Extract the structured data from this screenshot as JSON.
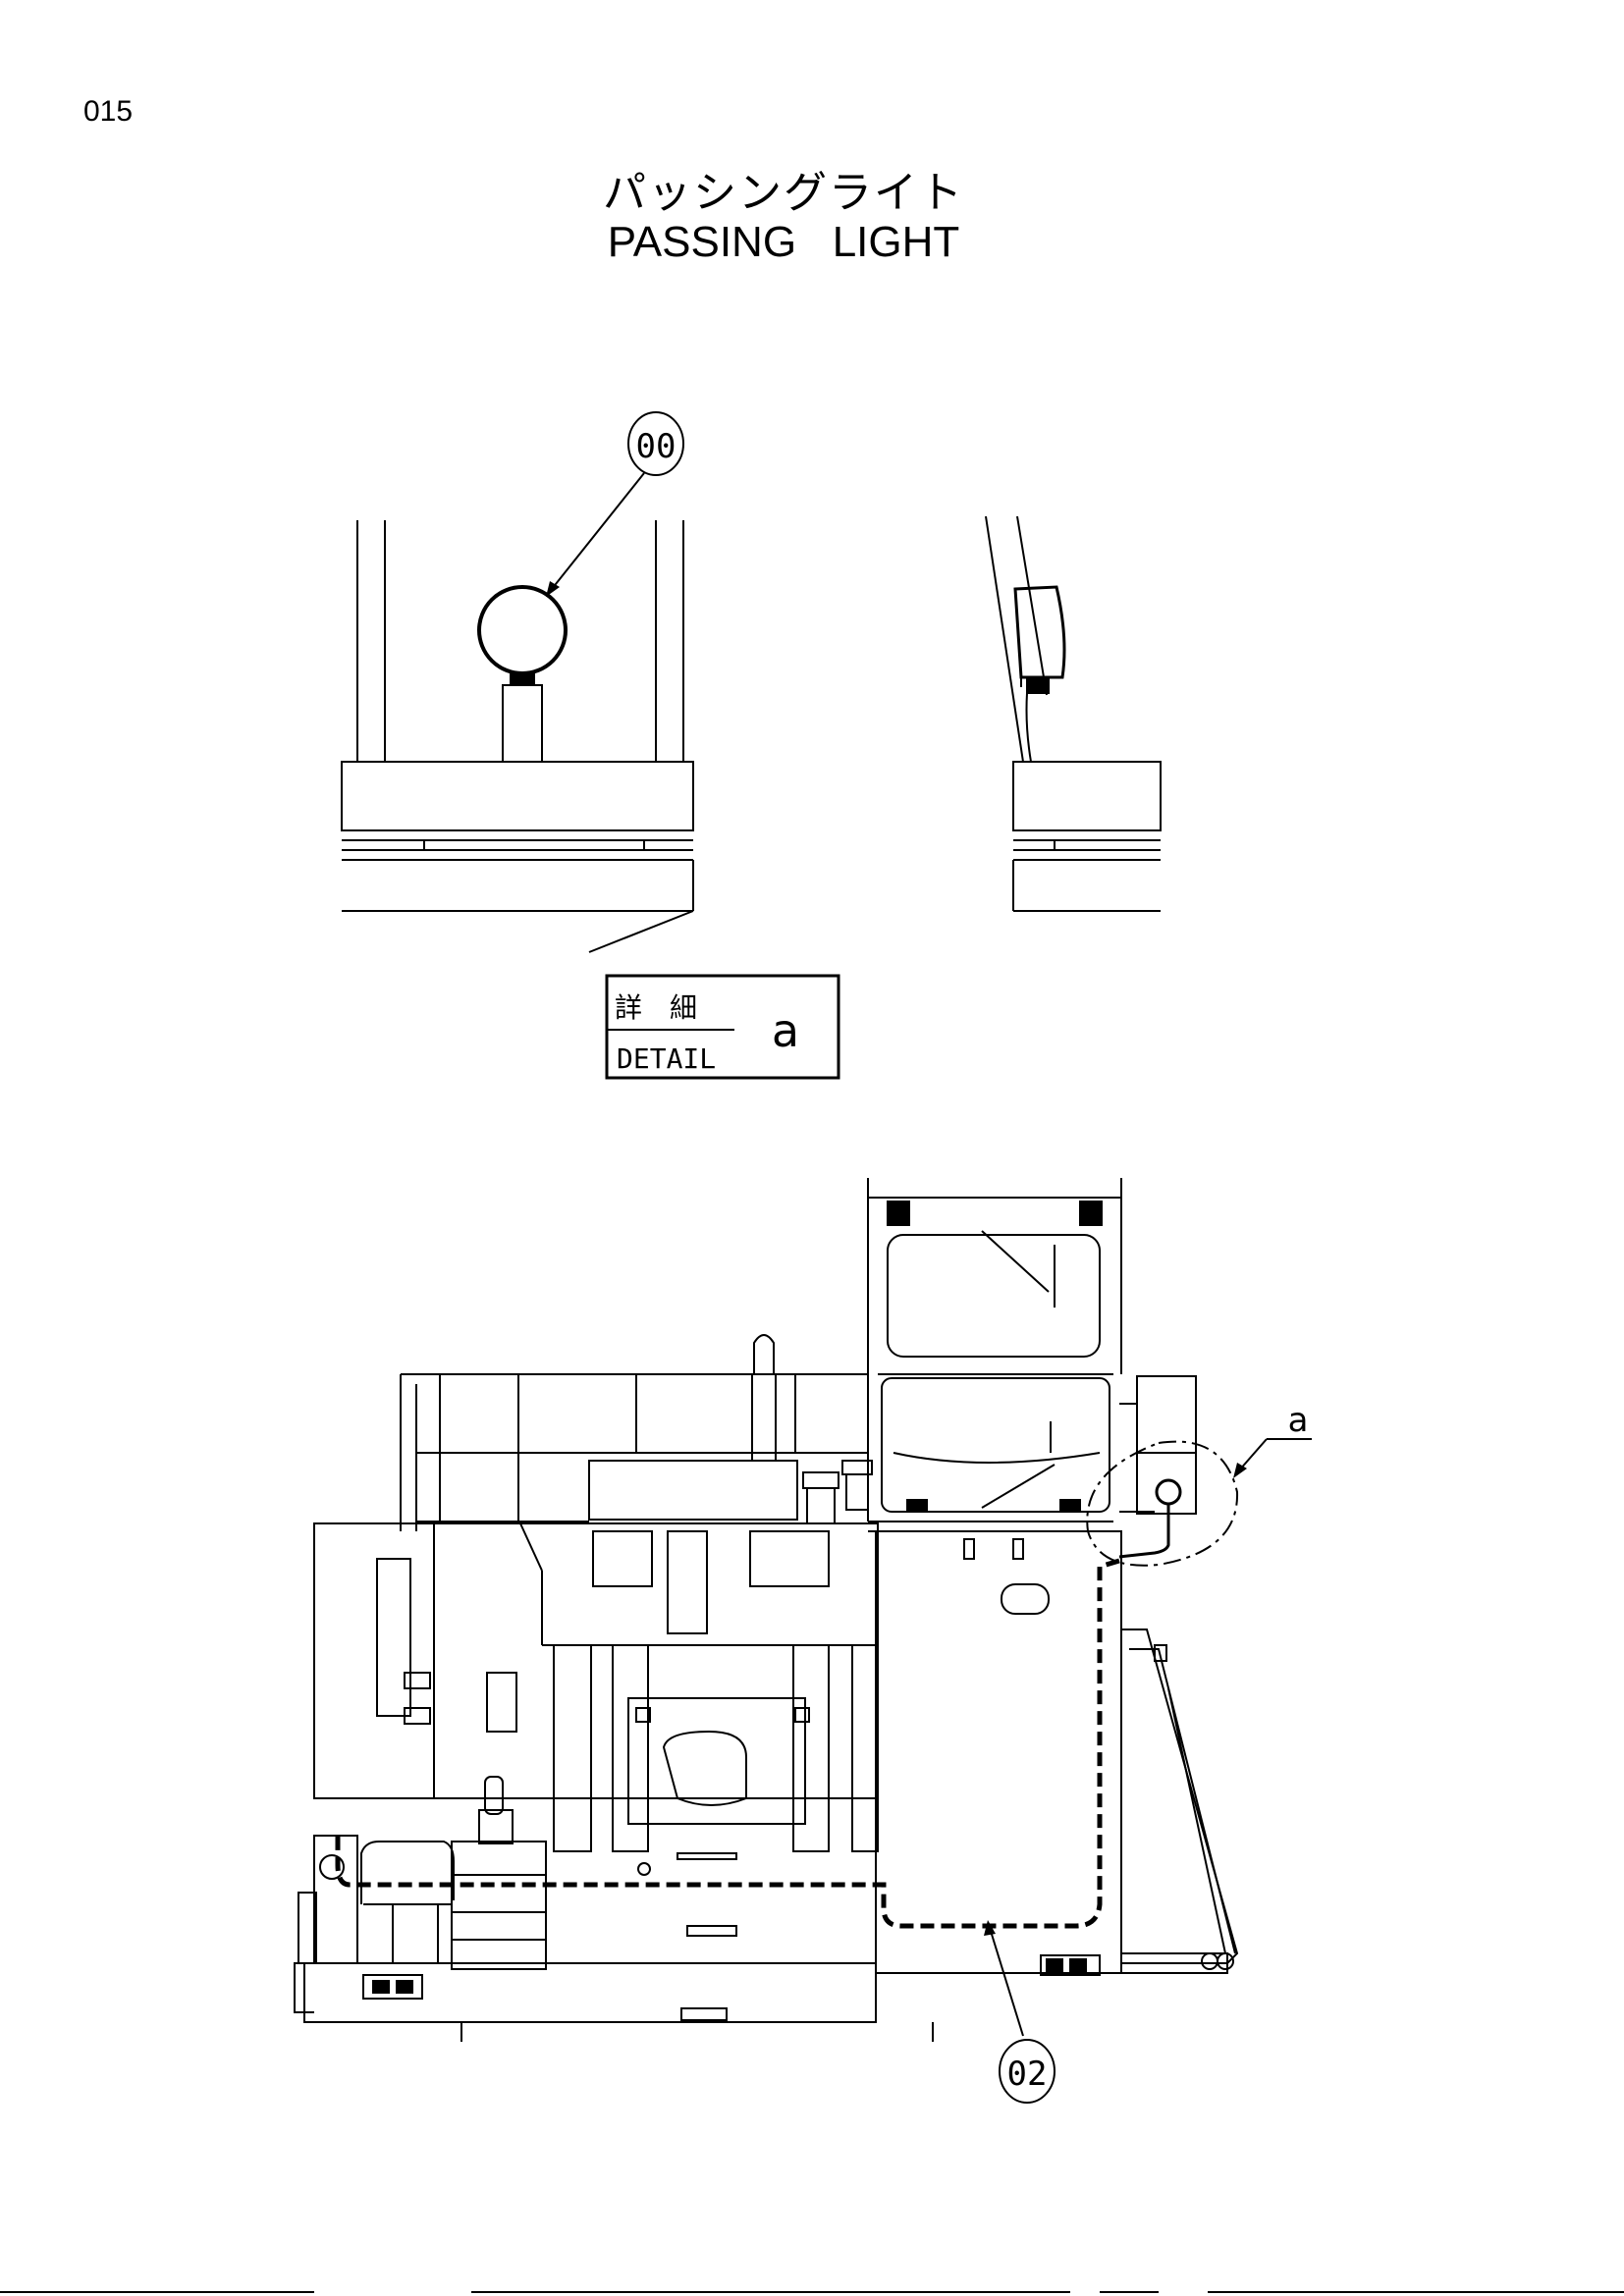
{
  "page": {
    "number": "015",
    "title_jp": "パッシングライト",
    "title_en": "PASSING   LIGHT"
  },
  "detail_box": {
    "label_jp": "詳　細",
    "label_en": "DETAIL",
    "letter": "a"
  },
  "callouts": {
    "light_part": "00",
    "harness_part": "02",
    "detail_ref": "a"
  },
  "colors": {
    "ink": "#000000",
    "paper": "#ffffff"
  }
}
